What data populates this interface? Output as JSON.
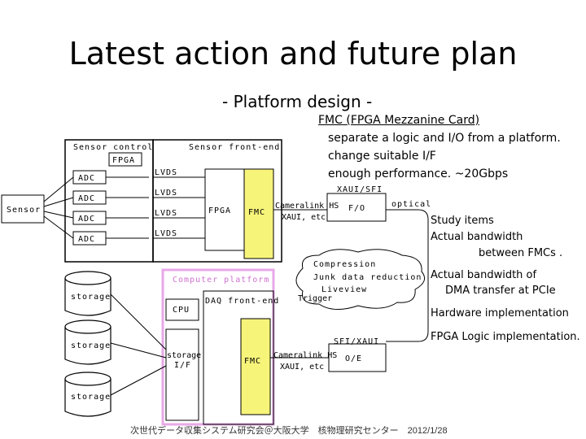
{
  "title": "Latest action and future plan",
  "subtitle": "- Platform design -",
  "fmc": {
    "title": "FMC (FPGA Mezzanine Card)",
    "lines": [
      "separate a logic and I/O from a platform.",
      "change suitable I/F",
      "enough performance. ~20Gbps"
    ]
  },
  "study": {
    "heading": "Study items",
    "items": [
      "Actual bandwidth",
      "between FMCs .",
      "Actual bandwidth of",
      "DMA transfer at PCIe",
      "Hardware implementation",
      "FPGA Logic implementation."
    ]
  },
  "diagram": {
    "sensor_control": "Sensor control",
    "fpga_small": "FPGA",
    "sensor_frontend": "Sensor front-end",
    "sensor": "Sensor",
    "adc": "ADC",
    "lvds": "LVDS",
    "fpga": "FPGA",
    "fmc": "FMC",
    "xaui_sfi": "XAUI/SFI",
    "cameralink_hs": "Cameralink HS",
    "xaui_etc": "XAUI, etc",
    "fo": "F/O",
    "optical": "optical",
    "compression": "Compression",
    "junk": "Junk data reduction",
    "liveview": "Liveview",
    "trigger": "Trigger",
    "computer_platform": "Computer platform",
    "daq_frontend": "DAQ front-end",
    "cpu": "CPU",
    "storage_if": "storage",
    "storage_if2": "I/F",
    "storage": "storage",
    "sfi_xaui": "SFI/XAUI",
    "oe": "O/E",
    "colors": {
      "yellow": "#f7f47a",
      "pink": "#e8a8e8"
    }
  },
  "footer": "次世代データ収集システム研究会＠大阪大学　核物理研究センター　2012/1/28"
}
